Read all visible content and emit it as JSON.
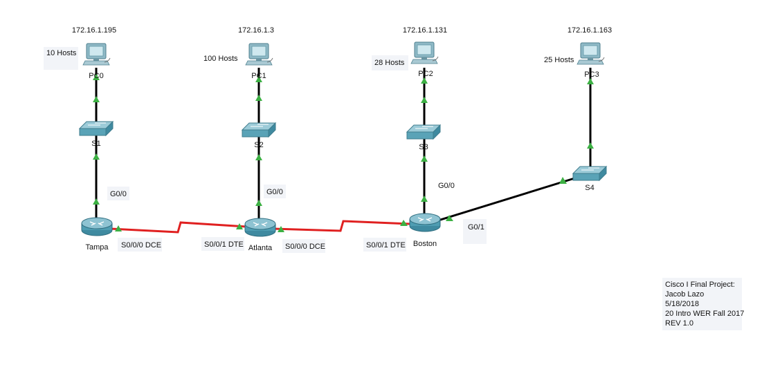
{
  "colors": {
    "ethernet_link": "#000000",
    "serial_link": "#e02020",
    "link_up": "#3cb043",
    "device_teal": "#5aa3b7",
    "label_bg": "#f2f4f8"
  },
  "pcs": [
    {
      "name": "PC0",
      "ip": "172.16.1.195",
      "hosts": "10 Hosts",
      "icon": "pc-icon"
    },
    {
      "name": "PC1",
      "ip": "172.16.1.3",
      "hosts": "100 Hosts",
      "icon": "pc-icon"
    },
    {
      "name": "PC2",
      "ip": "172.16.1.131",
      "hosts": "28 Hosts",
      "icon": "pc-icon"
    },
    {
      "name": "PC3",
      "ip": "172.16.1.163",
      "hosts": "25 Hosts",
      "icon": "pc-icon"
    }
  ],
  "switches": [
    {
      "name": "S1",
      "icon": "switch-icon"
    },
    {
      "name": "S2",
      "icon": "switch-icon"
    },
    {
      "name": "S3",
      "icon": "switch-icon"
    },
    {
      "name": "S4",
      "icon": "switch-icon"
    }
  ],
  "routers": [
    {
      "name": "Tampa",
      "icon": "router-icon"
    },
    {
      "name": "Atlanta",
      "icon": "router-icon"
    },
    {
      "name": "Boston",
      "icon": "router-icon"
    }
  ],
  "interfaces": {
    "tampa_g": "G0/0",
    "atlanta_g": "G0/0",
    "boston_g00": "G0/0",
    "boston_g01": "G0/1",
    "tampa_s000": "S0/0/0 DCE",
    "atlanta_s001": "S0/0/1 DTE",
    "atlanta_s000": "S0/0/0 DCE",
    "boston_s001": "S0/0/1 DTE"
  },
  "note": [
    "Cisco I Final Project:",
    "Jacob Lazo",
    "5/18/2018",
    "20 Intro WER Fall 2017",
    "REV 1.0"
  ]
}
